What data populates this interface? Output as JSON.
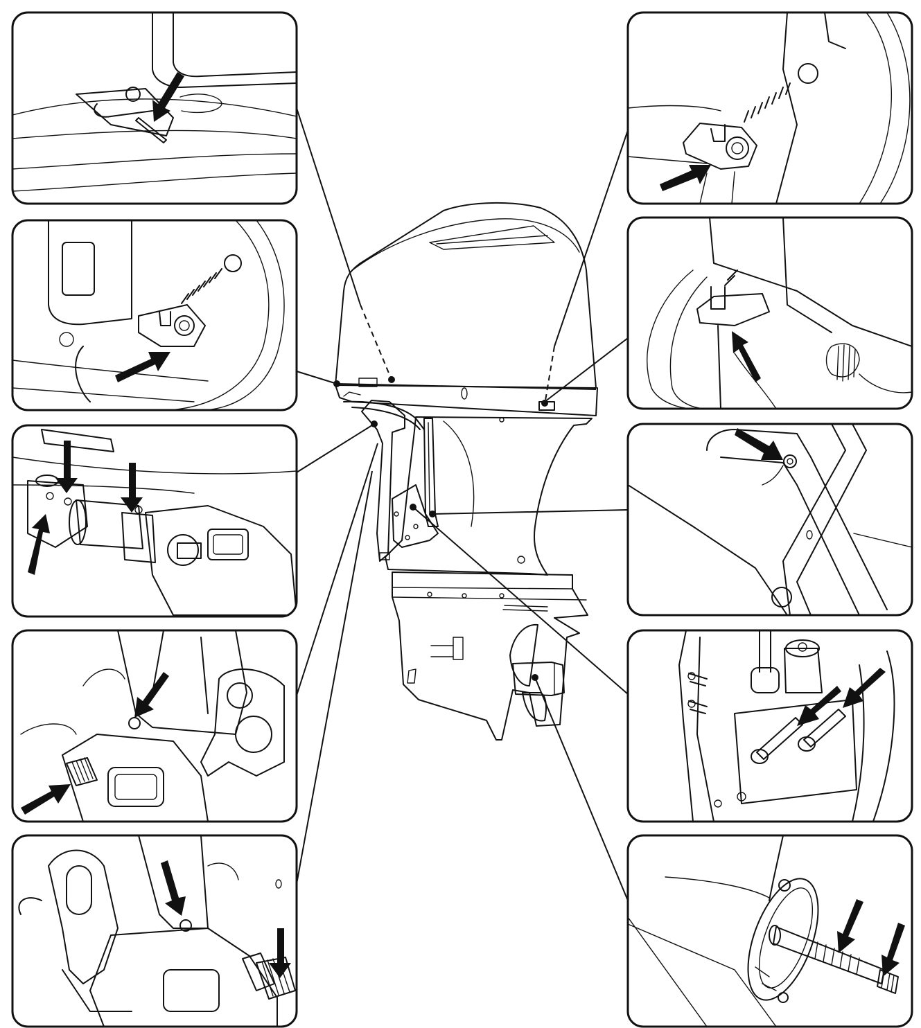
{
  "diagram": {
    "panels_left": [
      {
        "id": "L1",
        "depicts": "cowl-latch-hook"
      },
      {
        "id": "L2",
        "depicts": "cowl-latch-spring-bracket"
      },
      {
        "id": "L3",
        "depicts": "tilt-tube-grease-points"
      },
      {
        "id": "L4",
        "depicts": "swivel-bracket-grease-nipple"
      },
      {
        "id": "L5",
        "depicts": "clamp-bracket-tilt-bolt"
      }
    ],
    "panels_right": [
      {
        "id": "R1",
        "depicts": "rear-cowl-latch-spring"
      },
      {
        "id": "R2",
        "depicts": "side-cowl-latch-bracket"
      },
      {
        "id": "R3",
        "depicts": "steering-pivot-grease-point"
      },
      {
        "id": "R4",
        "depicts": "trim-cylinder-pins"
      },
      {
        "id": "R5",
        "depicts": "propeller-shaft-splines"
      }
    ],
    "center": {
      "depicts": "outboard-motor"
    },
    "colors": {
      "ink": "#111111",
      "paper": "#ffffff"
    }
  }
}
